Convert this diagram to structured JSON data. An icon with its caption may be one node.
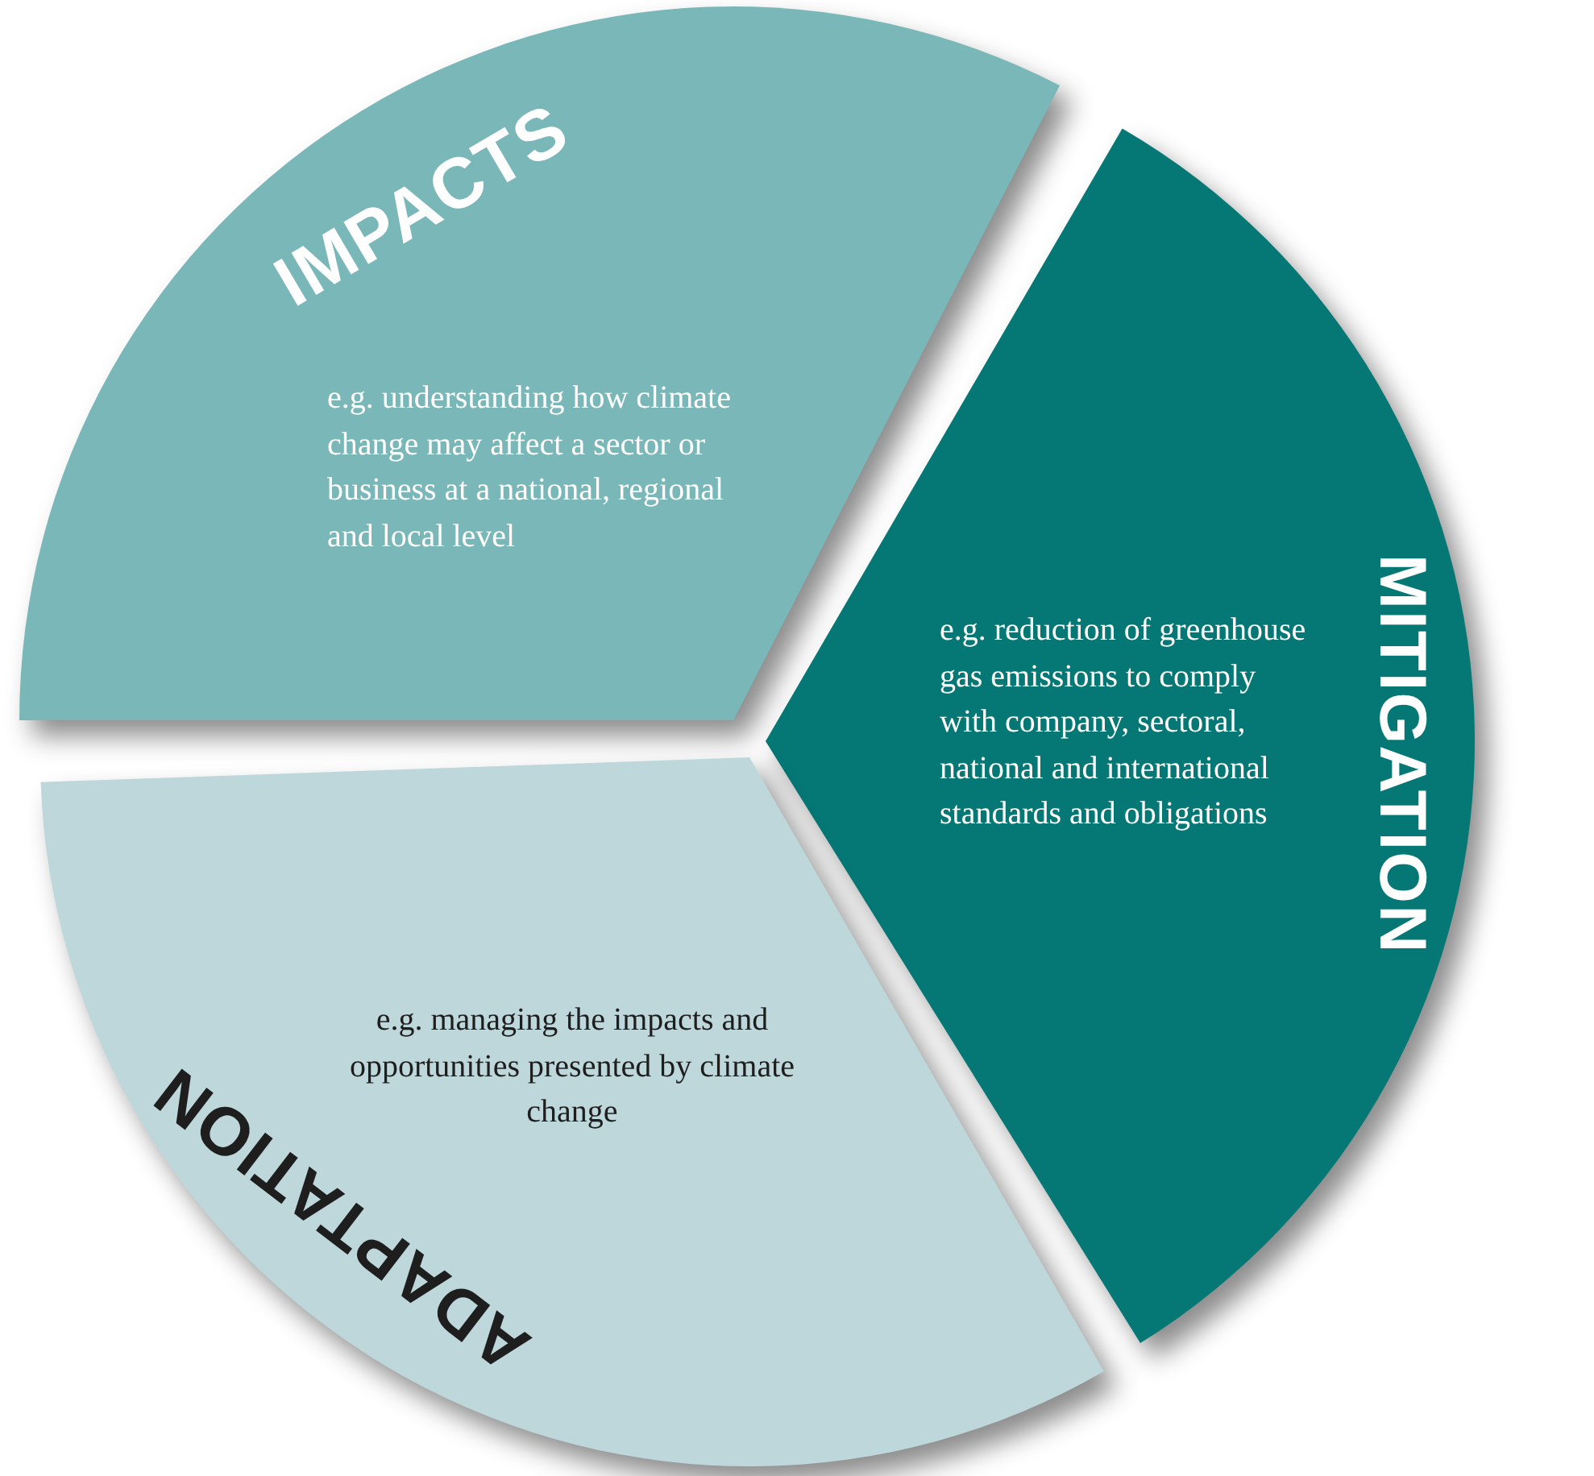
{
  "diagram": {
    "nodes": [
      {
        "text": [
          "IMPACTS",
          "e.g. understanding how climate change may affect a sector or business at a national, regional and local level"
        ]
      },
      {
        "text": [
          "MITIGATION",
          "e.g. reduction of greenhouse gas emissions to comply with company, sectoral, national and international standards and obligations"
        ]
      },
      {
        "text": [
          "ADAPTATION",
          "e.g. managing the impacts and opportunities presented by climate change"
        ]
      }
    ]
  }
}
